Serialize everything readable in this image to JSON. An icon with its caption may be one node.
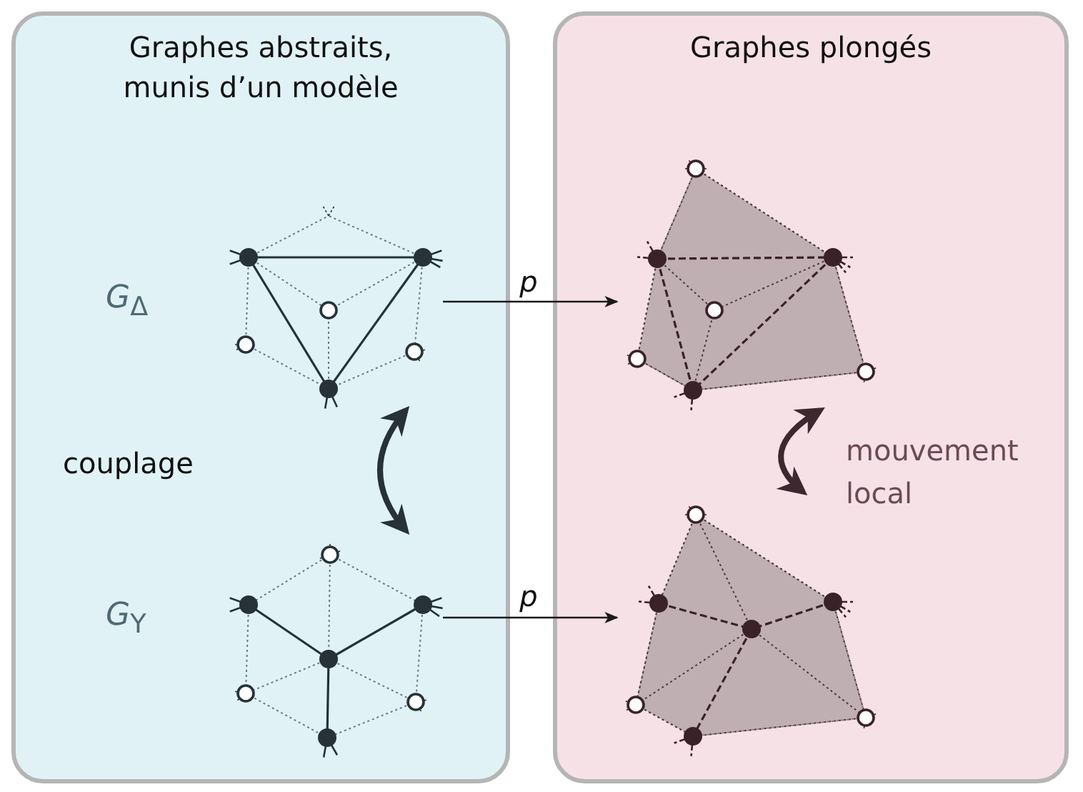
{
  "diagram": {
    "nodes": [
      {
        "text": [
          "Graphes abstraits, munis d’un modèle"
        ]
      },
      {
        "text": [],
        "shape": "picture",
        "in": 0
      },
      {
        "text": [],
        "shape": "picture",
        "in": 0
      },
      {
        "text": [
          "Graphes plongés"
        ]
      },
      {
        "text": [],
        "shape": "picture",
        "in": 3
      },
      {
        "text": [],
        "shape": "picture",
        "in": 3
      }
    ],
    "edges": [
      {
        "from": 1,
        "to": 4,
        "arrow": "to",
        "label": "p"
      },
      {
        "from": 2,
        "to": 5,
        "arrow": "to",
        "label": "p"
      },
      {
        "from": 1,
        "to": 2,
        "arrow": "both",
        "style": "thick"
      },
      {
        "from": 4,
        "to": 5,
        "arrow": "both",
        "label": "mouvement local",
        "style": "thick",
        "color": "#3d2830"
      }
    ],
    "labels": [
      "*G*$_{Δ}$",
      "couplage",
      "*G*$_{Y}$"
    ]
  }
}
